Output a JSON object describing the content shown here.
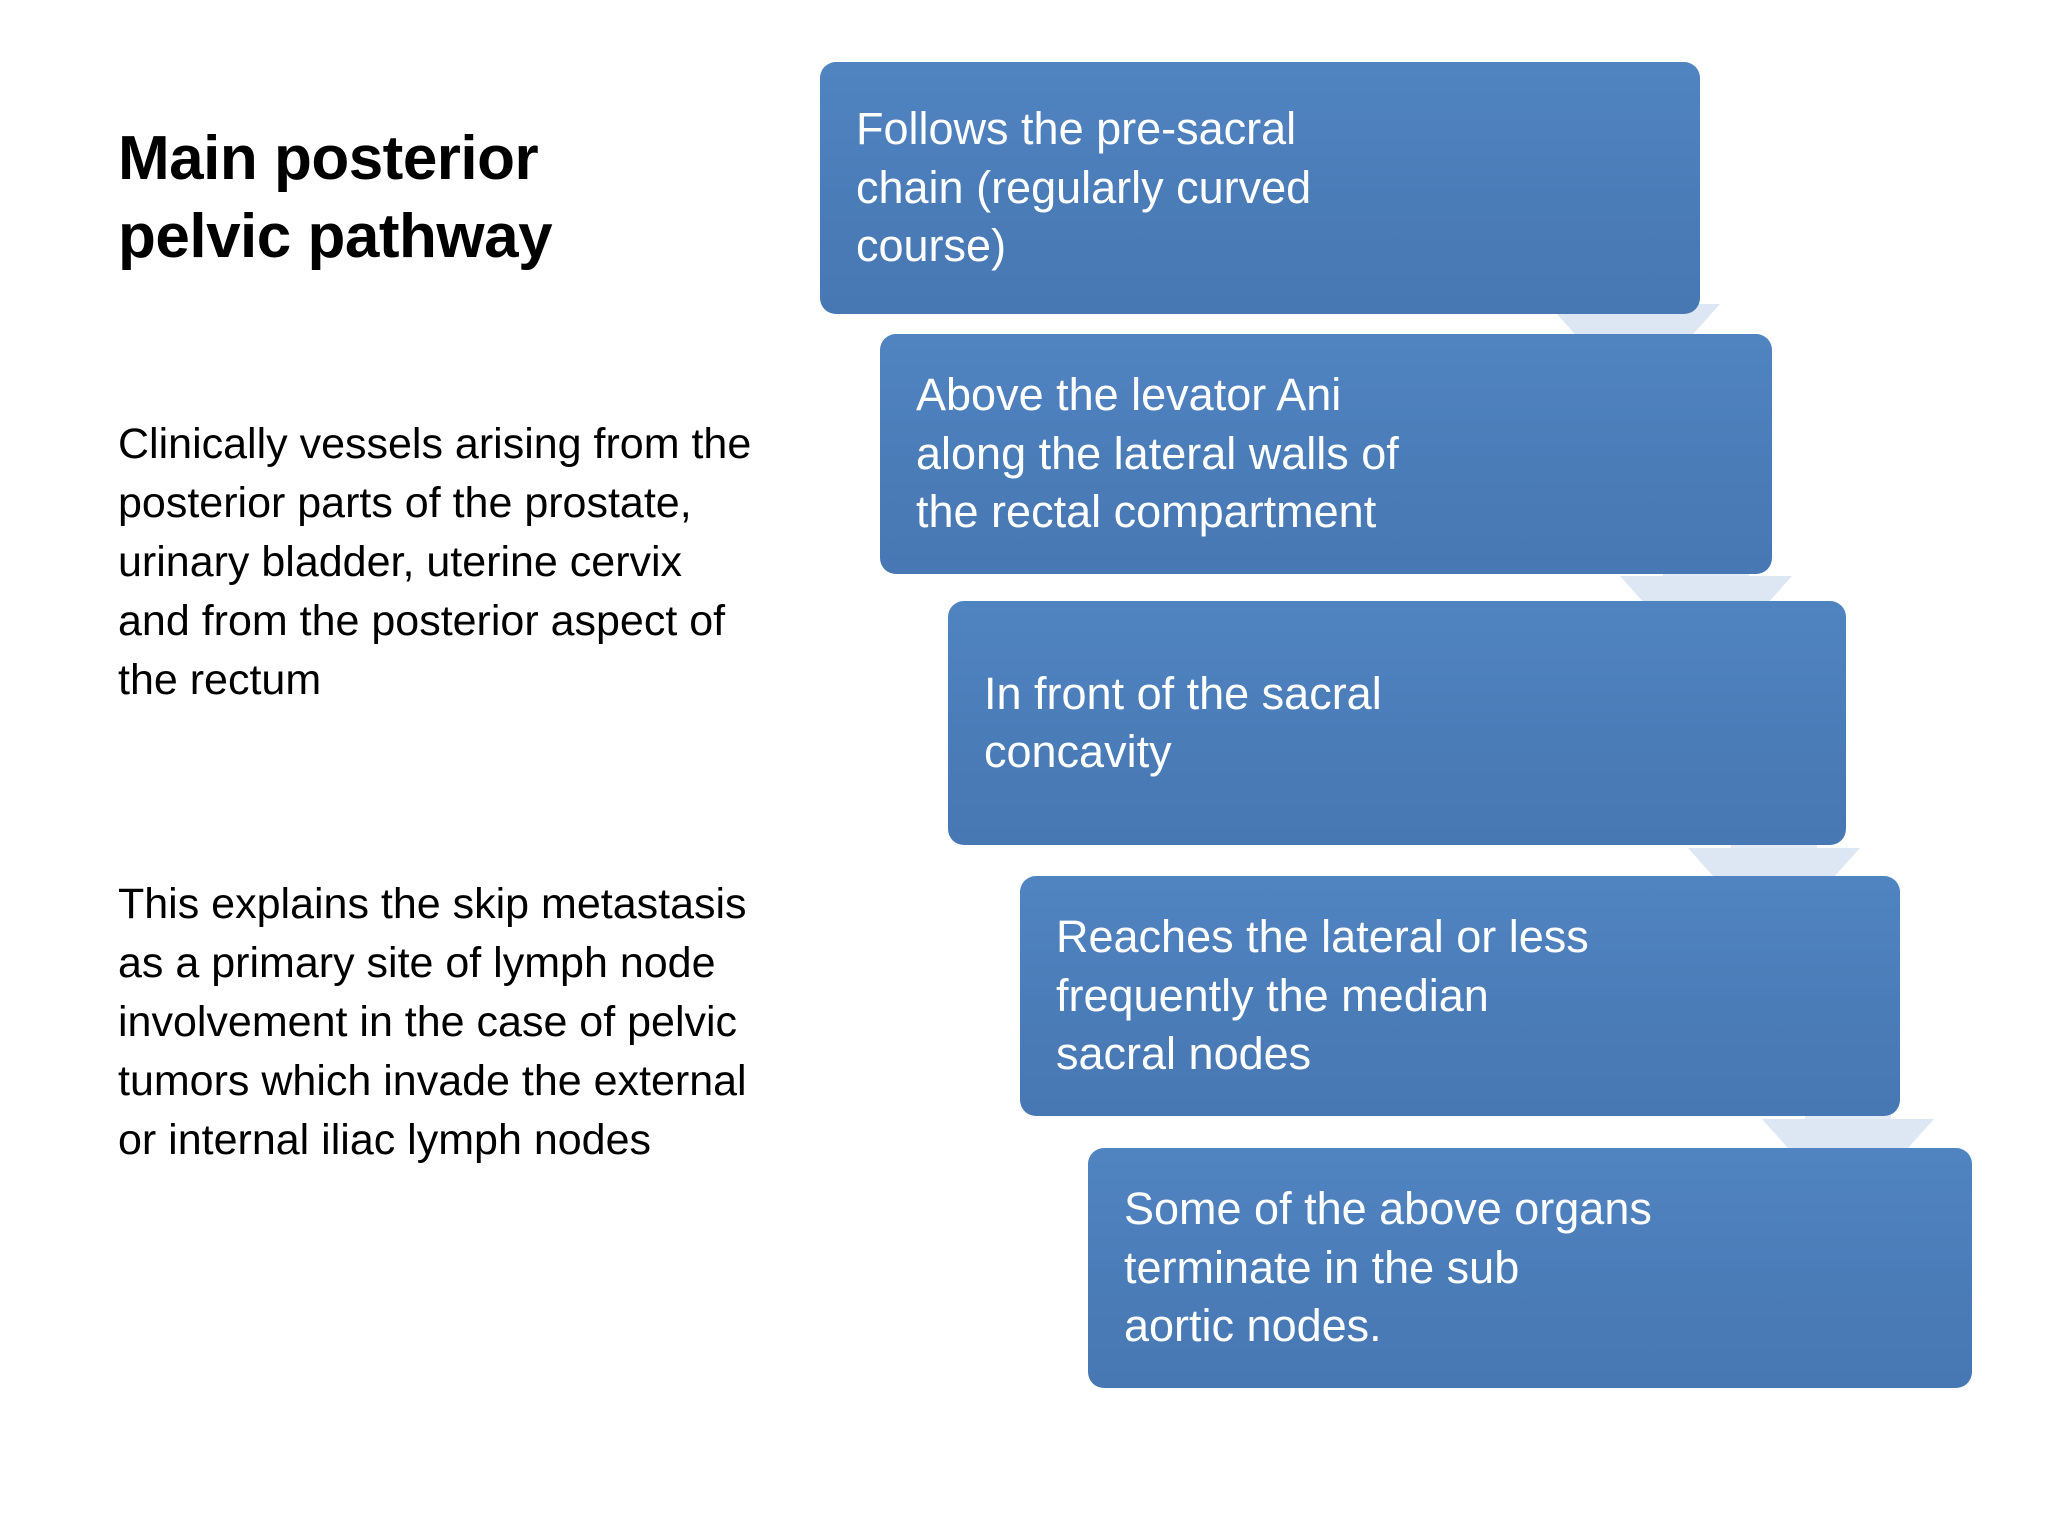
{
  "slide": {
    "title": "Main posterior\npelvic pathway",
    "paragraphs": [
      "Clinically vessels arising from the posterior parts of the prostate, urinary bladder, uterine cervix and from the posterior aspect of the rectum",
      "This explains the skip metastasis as a primary site of lymph node involvement in the case of pelvic tumors which invade the external or internal iliac lymph nodes"
    ]
  },
  "colors": {
    "box_fill": "#4a7cb8",
    "box_text": "#ffffff",
    "arrow_fill": "#dde6f3",
    "background": "#ffffff",
    "body_text": "#000000"
  },
  "chart_data": {
    "type": "diagram",
    "diagram_kind": "process-flow-cascade",
    "title": "Main posterior pelvic pathway",
    "steps": [
      {
        "index": 1,
        "label": "Follows the pre-sacral chain (regularly curved course)"
      },
      {
        "index": 2,
        "label": "Above the levator Ani along the lateral walls of the rectal compartment"
      },
      {
        "index": 3,
        "label": "In front of the sacral concavity"
      },
      {
        "index": 4,
        "label": "Reaches the lateral or less frequently the median sacral nodes"
      },
      {
        "index": 5,
        "label": "Some of the above organs terminate in the sub aortic nodes."
      }
    ],
    "connectors": [
      {
        "from": 1,
        "to": 2,
        "kind": "down-arrow"
      },
      {
        "from": 2,
        "to": 3,
        "kind": "down-arrow"
      },
      {
        "from": 3,
        "to": 4,
        "kind": "down-arrow"
      },
      {
        "from": 4,
        "to": 5,
        "kind": "down-arrow"
      }
    ]
  },
  "boxes": {
    "b1": "Follows the pre-sacral\nchain (regularly curved\ncourse)",
    "b2": "Above the levator Ani\nalong the lateral walls of\nthe rectal compartment",
    "b3": "In front of the sacral\nconcavity",
    "b4": "Reaches the lateral or less\nfrequently the median\nsacral nodes",
    "b5": "Some of the above organs\nterminate in the sub\naortic nodes."
  }
}
